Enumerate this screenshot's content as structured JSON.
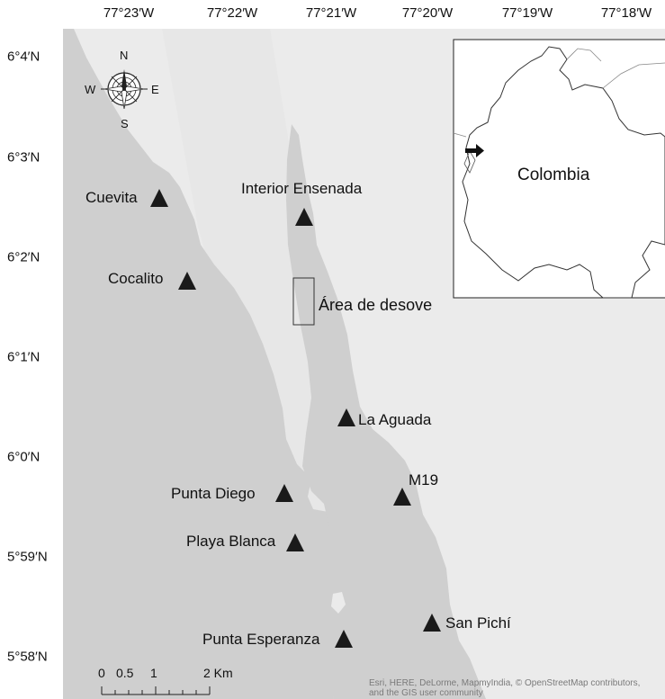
{
  "map": {
    "longitude_labels": [
      "77°23′W",
      "77°22′W",
      "77°21′W",
      "77°20′W",
      "77°19′W",
      "77°18′W"
    ],
    "latitude_labels": [
      "6°4′N",
      "6°3′N",
      "6°2′N",
      "6°1′N",
      "6°0′N",
      "5°59′N",
      "5°58′N"
    ],
    "sites": [
      {
        "name": "Cuevita"
      },
      {
        "name": "Cocalito"
      },
      {
        "name": "Interior Ensenada"
      },
      {
        "name": "La Aguada"
      },
      {
        "name": "Punta Diego"
      },
      {
        "name": "M19"
      },
      {
        "name": "Playa Blanca"
      },
      {
        "name": "San Pichí"
      },
      {
        "name": "Punta Esperanza"
      }
    ],
    "spawning_area_label": "Área de desove",
    "compass": {
      "north": "N",
      "south": "S",
      "east": "E",
      "west": "W"
    },
    "scale_bar": {
      "ticks": [
        "0",
        "0.5",
        "1",
        "2 Km"
      ]
    },
    "inset": {
      "country_label": "Colombia"
    },
    "attribution": "Esri, HERE, DeLorme, MapmyIndia, © OpenStreetMap contributors, and the GIS user community",
    "colors": {
      "land": "#cfcfcf",
      "water": "#ebebeb",
      "marker": "#1a1a1a"
    },
    "icons": {
      "compass": "compass-rose-icon",
      "marker": "triangle-marker-icon",
      "arrow": "arrow-right-icon"
    }
  }
}
